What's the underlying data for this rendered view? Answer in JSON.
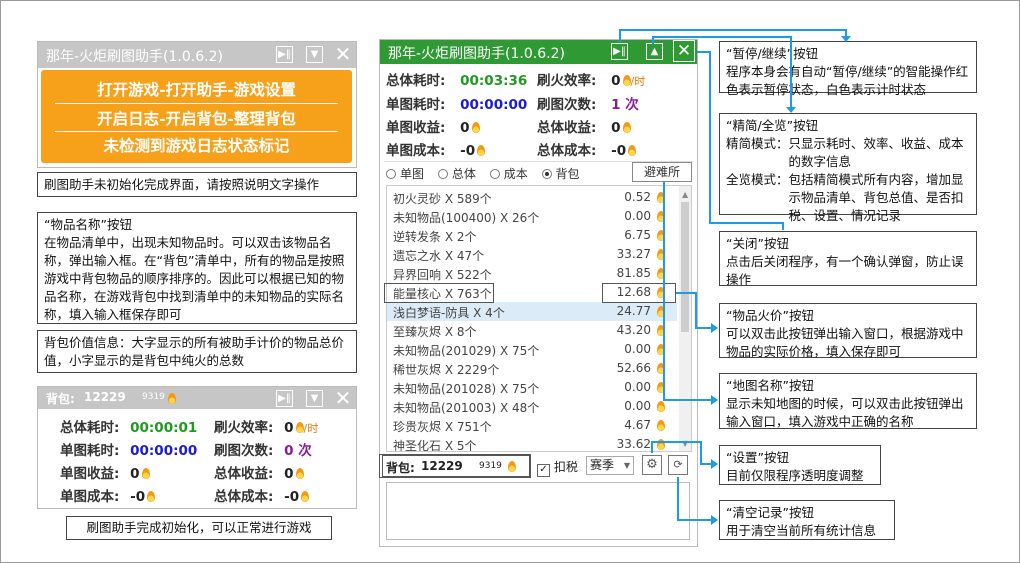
{
  "left_window": {
    "title": "那年-火炬刷图助手(1.0.6.2)",
    "menu1": "打开游戏-打开助手-游戏设置",
    "menu2": "开启日志-开启背包-整理背包",
    "menu3": "未检测到游戏日志状态标记"
  },
  "caption_uninit": "刷图助手未初始化完成界面，请按照说明文字操作",
  "note_item_name": {
    "title": "“物品名称”按钮",
    "body": "在物品清单中，出现未知物品时。可以双击该物品名称，弹出输入框。在“背包”清单中，所有的物品是按照游戏中背包物品的顺序排序的。因此可以根据已知的物品名称，在游戏背包中找到清单中的未知物品的实际名称，填入输入框保存即可"
  },
  "note_bag_value": {
    "body": "背包价值信息：大字显示的所有被助手计价的物品总价值，小字显示的是背包中纯火的总数"
  },
  "mini_window": {
    "bag_label": "背包:",
    "bag_value": "12229",
    "bag_small": "9319",
    "total_time_label": "总体耗时:",
    "total_time": "00:00:01",
    "efficiency_label": "刷火效率:",
    "efficiency": "0",
    "per_hour": "/时",
    "map_time_label": "单图耗时:",
    "map_time": "00:00:00",
    "runs_label": "刷图次数:",
    "runs": "0 次",
    "map_income_label": "单图收益:",
    "map_income": "0",
    "total_income_label": "总体收益:",
    "total_income": "0",
    "map_cost_label": "单图成本:",
    "map_cost": "-0",
    "total_cost_label": "总体成本:",
    "total_cost": "-0"
  },
  "caption_init": "刷图助手完成初始化，可以正常进行游戏",
  "main_window": {
    "title": "那年-火炬刷图助手(1.0.6.2)",
    "total_time_label": "总体耗时:",
    "total_time": "00:03:36",
    "efficiency_label": "刷火效率:",
    "efficiency": "0",
    "per_hour": "/时",
    "map_time_label": "单图耗时:",
    "map_time": "00:00:00",
    "runs_label": "刷图次数:",
    "runs": "1 次",
    "map_income_label": "单图收益:",
    "map_income": "0",
    "total_income_label": "总体收益:",
    "total_income": "0",
    "map_cost_label": "单图成本:",
    "map_cost": "-0",
    "total_cost_label": "总体成本:",
    "total_cost": "-0",
    "radio_map": "单图",
    "radio_total": "总体",
    "radio_cost": "成本",
    "radio_bag": "背包",
    "map_name": "避难所",
    "items": [
      {
        "name": "初火灵砂 X 589个",
        "price": "0.52"
      },
      {
        "name": "未知物品(100400) X 26个",
        "price": "0.00"
      },
      {
        "name": "逆转发条 X 2个",
        "price": "6.75"
      },
      {
        "name": "遗忘之水 X 47个",
        "price": "33.27"
      },
      {
        "name": "异界回响 X 522个",
        "price": "81.85"
      },
      {
        "name": "能量核心 X 763个",
        "price": "12.68"
      },
      {
        "name": "浅白梦语-防具 X 4个",
        "price": "24.77"
      },
      {
        "name": "至臻灰烬 X 8个",
        "price": "43.20"
      },
      {
        "name": "未知物品(201029) X 75个",
        "price": "0.00"
      },
      {
        "name": "稀世灰烬 X 2229个",
        "price": "52.66"
      },
      {
        "name": "未知物品(201028) X 75个",
        "price": "0.00"
      },
      {
        "name": "未知物品(201003) X 48个",
        "price": "0.00"
      },
      {
        "name": "珍贵灰烬 X 751个",
        "price": "4.67"
      },
      {
        "name": "神圣化石 X 5个",
        "price": "33.62"
      }
    ],
    "bag_label": "背包:",
    "bag_value": "12229",
    "bag_small": "9319",
    "tax_label": "扣税",
    "season": "赛季"
  },
  "notes_right": {
    "pause_title": "“暂停/继续”按钮",
    "pause_body": "程序本身会有自动“暂停/继续”的智能操作红色表示暂停状态，白色表示计时状态",
    "mode_title": "“精简/全览”按钮",
    "mode_k1": "精简模式：",
    "mode_v1": "只显示耗时、效率、收益、成本的数字信息",
    "mode_k2": "全览模式：",
    "mode_v2": "包括精简模式所有内容，增加显示物品清单、背包总值、是否扣税、设置、情况记录",
    "close_title": "“关闭”按钮",
    "close_body": "点击后关闭程序，有一个确认弹窗，防止误操作",
    "price_title": "“物品火价”按钮",
    "price_body": "可以双击此按钮弹出输入窗口，根据游戏中物品的实际价格，填入保存即可",
    "map_title": "“地图名称”按钮",
    "map_body": "显示未知地图的时候，可以双击此按钮弹出输入窗口，填入游戏中正确的名称",
    "settings_title": "“设置”按钮",
    "settings_body": "目前仅限程序透明度调整",
    "clear_title": "“清空记录”按钮",
    "clear_body": "用于清空当前所有统计信息"
  },
  "colors": {
    "orange": "#f7a11a",
    "green_title": "#2f9a34",
    "gray_title": "#c6c6c6",
    "arrow": "#1d9be6"
  }
}
